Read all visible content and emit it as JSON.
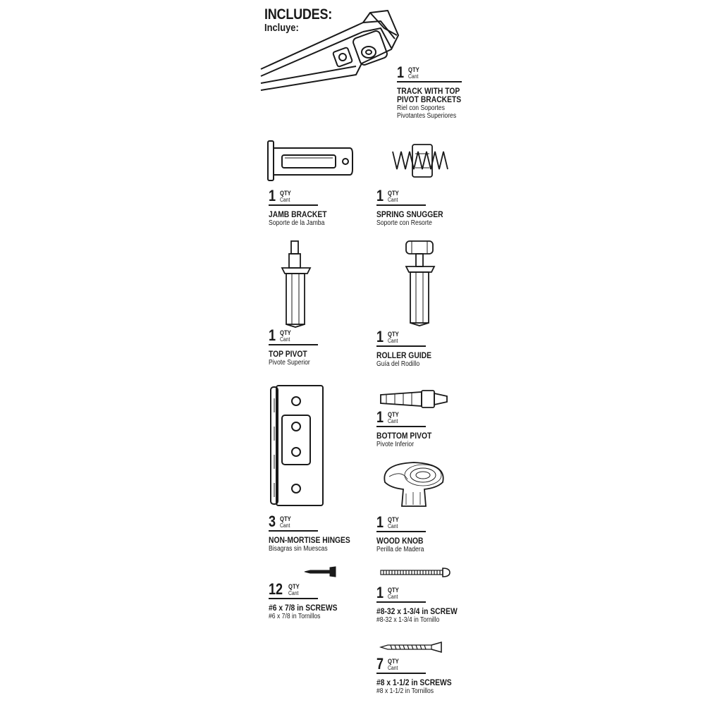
{
  "heading": {
    "title": "INCLUDES:",
    "subtitle": "Incluye:"
  },
  "qty_label": "QTY",
  "cant_label": "Cant",
  "items": [
    {
      "id": "track",
      "qty": "1",
      "name_lines": [
        "TRACK WITH TOP",
        "PIVOT BRACKETS"
      ],
      "es_lines": [
        "Riel con Soportes",
        "Pivotantes Superiores"
      ],
      "icon": "track-icon"
    },
    {
      "id": "jamb-bracket",
      "qty": "1",
      "name_lines": [
        "JAMB BRACKET"
      ],
      "es_lines": [
        "Soporte de la Jamba"
      ],
      "icon": "jamb-bracket-icon"
    },
    {
      "id": "spring-snugger",
      "qty": "1",
      "name_lines": [
        "SPRING SNUGGER"
      ],
      "es_lines": [
        "Soporte con Resorte"
      ],
      "icon": "spring-snugger-icon"
    },
    {
      "id": "top-pivot",
      "qty": "1",
      "name_lines": [
        "TOP PIVOT"
      ],
      "es_lines": [
        "Pivote Superior"
      ],
      "icon": "top-pivot-icon"
    },
    {
      "id": "roller-guide",
      "qty": "1",
      "name_lines": [
        "ROLLER GUIDE"
      ],
      "es_lines": [
        "Guía del Rodillo"
      ],
      "icon": "roller-guide-icon"
    },
    {
      "id": "bottom-pivot",
      "qty": "1",
      "name_lines": [
        "BOTTOM PIVOT"
      ],
      "es_lines": [
        "Pivote Inferior"
      ],
      "icon": "bottom-pivot-icon"
    },
    {
      "id": "hinges",
      "qty": "3",
      "name_lines": [
        "NON-MORTISE HINGES"
      ],
      "es_lines": [
        "Bisagras sin Muescas"
      ],
      "icon": "hinge-icon"
    },
    {
      "id": "wood-knob",
      "qty": "1",
      "name_lines": [
        "WOOD KNOB"
      ],
      "es_lines": [
        "Perilla de Madera"
      ],
      "icon": "wood-knob-icon"
    },
    {
      "id": "screws-6",
      "qty": "12",
      "name_lines": [
        "#6 x 7/8 in SCREWS"
      ],
      "es_lines": [
        "#6 x 7/8 in Tornillos"
      ],
      "icon": "short-screw-icon"
    },
    {
      "id": "screw-8-32",
      "qty": "1",
      "name_lines": [
        "#8-32 x 1-3/4 in SCREW"
      ],
      "es_lines": [
        "#8-32 x 1-3/4 in Tornillo"
      ],
      "icon": "machine-screw-icon"
    },
    {
      "id": "screws-8",
      "qty": "7",
      "name_lines": [
        "#8 x 1-1/2 in SCREWS"
      ],
      "es_lines": [
        "#8 x 1-1/2 in Tornillos"
      ],
      "icon": "long-screw-icon"
    }
  ]
}
